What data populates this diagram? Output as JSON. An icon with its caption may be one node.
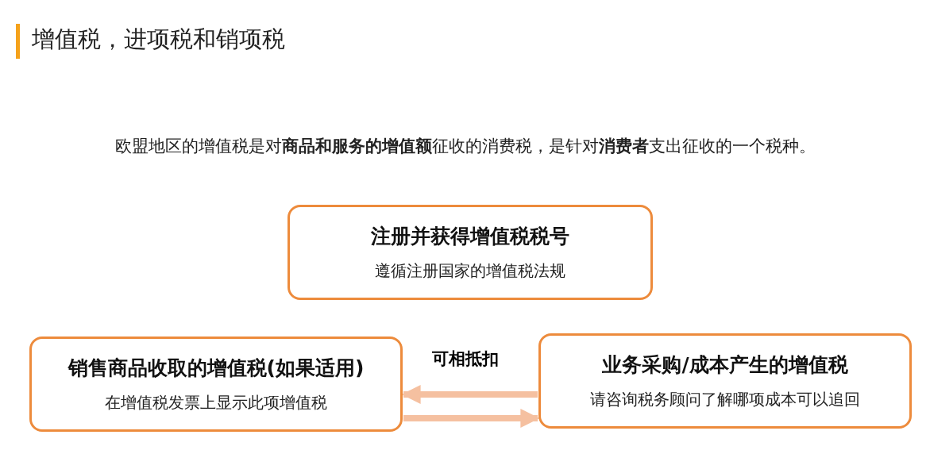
{
  "diagram": {
    "title": "增值税，进项税和销项税",
    "nodes": [
      {
        "text": [
          "注册并获得增值税税号",
          "遵循注册国家的增值税法规"
        ]
      },
      {
        "text": [
          "销售商品收取的增值税(如果适用)",
          "在增值税发票上显示此项增值税"
        ]
      },
      {
        "text": [
          "业务采购/成本产生的增值税",
          "请咨询税务顾问了解哪项成本可以追回"
        ]
      }
    ],
    "edges": [
      {
        "from": 2,
        "to": 1,
        "arrow": "to",
        "label": "可相抵扣"
      },
      {
        "from": 1,
        "to": 2,
        "arrow": "to"
      }
    ],
    "labels": [
      "欧盟地区的增值税是对**商品和服务的增值额**征收的消费税，是针对**消费者**支出征收的一个税种。"
    ]
  }
}
